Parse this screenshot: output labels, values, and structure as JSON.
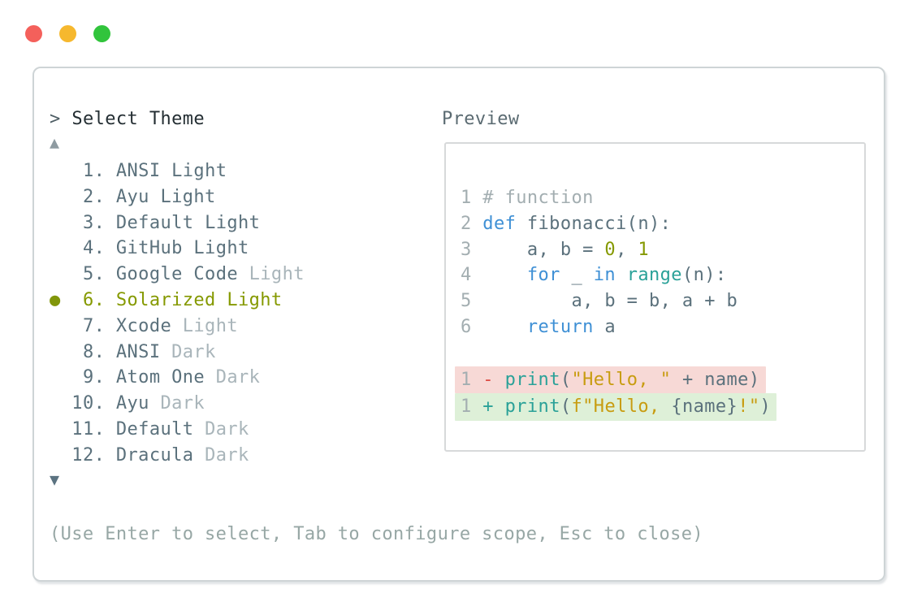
{
  "window": {
    "traffic_lights": [
      {
        "name": "close",
        "color": "#f4605b"
      },
      {
        "name": "minimize",
        "color": "#f6b82e"
      },
      {
        "name": "zoom",
        "color": "#31c43c"
      }
    ]
  },
  "palette": {
    "slate": "#5b717c",
    "muted": "#a9b5ba",
    "olive": "#859900",
    "blue": "#3f90d5",
    "teal": "#2aa198",
    "gold": "#c89c10",
    "comment": "#a3aeb1",
    "red": "#dd4b43",
    "lineno": "#a3aeb1",
    "removed_bg": "#f7d9d6",
    "added_bg": "#def0d8",
    "selected_dot": "#81960a"
  },
  "prompt": {
    "arrow": ">",
    "title": "Select Theme"
  },
  "scroll": {
    "up": "▲",
    "down": "▼"
  },
  "theme_list": {
    "selected_marker": "●",
    "items": [
      {
        "number": "1",
        "name": "ANSI",
        "suffix": "Light",
        "name_color": "slate",
        "suffix_color": "slate",
        "selected": false
      },
      {
        "number": "2",
        "name": "Ayu",
        "suffix": "Light",
        "name_color": "slate",
        "suffix_color": "slate",
        "selected": false
      },
      {
        "number": "3",
        "name": "Default",
        "suffix": "Light",
        "name_color": "slate",
        "suffix_color": "slate",
        "selected": false
      },
      {
        "number": "4",
        "name": "GitHub",
        "suffix": "Light",
        "name_color": "slate",
        "suffix_color": "slate",
        "selected": false
      },
      {
        "number": "5",
        "name": "Google Code",
        "suffix": "Light",
        "name_color": "slate",
        "suffix_color": "muted",
        "selected": false
      },
      {
        "number": "6",
        "name": "Solarized",
        "suffix": "Light",
        "name_color": "olive",
        "suffix_color": "olive",
        "selected": true
      },
      {
        "number": "7",
        "name": "Xcode",
        "suffix": "Light",
        "name_color": "slate",
        "suffix_color": "muted",
        "selected": false
      },
      {
        "number": "8",
        "name": "ANSI",
        "suffix": "Dark",
        "name_color": "slate",
        "suffix_color": "muted",
        "selected": false
      },
      {
        "number": "9",
        "name": "Atom One",
        "suffix": "Dark",
        "name_color": "slate",
        "suffix_color": "muted",
        "selected": false
      },
      {
        "number": "10",
        "name": "Ayu",
        "suffix": "Dark",
        "name_color": "slate",
        "suffix_color": "muted",
        "selected": false
      },
      {
        "number": "11",
        "name": "Default",
        "suffix": "Dark",
        "name_color": "slate",
        "suffix_color": "muted",
        "selected": false
      },
      {
        "number": "12",
        "name": "Dracula",
        "suffix": "Dark",
        "name_color": "slate",
        "suffix_color": "muted",
        "selected": false
      }
    ]
  },
  "preview": {
    "label": "Preview",
    "code_lines": [
      {
        "number": "1",
        "diff": null,
        "tokens": [
          {
            "text": "# function",
            "color": "comment"
          }
        ]
      },
      {
        "number": "2",
        "diff": null,
        "tokens": [
          {
            "text": "def",
            "color": "blue"
          },
          {
            "text": " fibonacci(n):",
            "color": "slate"
          }
        ]
      },
      {
        "number": "3",
        "diff": null,
        "tokens": [
          {
            "text": "    a, b = ",
            "color": "slate"
          },
          {
            "text": "0",
            "color": "olive"
          },
          {
            "text": ", ",
            "color": "slate"
          },
          {
            "text": "1",
            "color": "olive"
          }
        ]
      },
      {
        "number": "4",
        "diff": null,
        "tokens": [
          {
            "text": "    ",
            "color": "slate"
          },
          {
            "text": "for",
            "color": "blue"
          },
          {
            "text": " _ ",
            "color": "slate"
          },
          {
            "text": "in",
            "color": "blue"
          },
          {
            "text": " ",
            "color": "slate"
          },
          {
            "text": "range",
            "color": "teal"
          },
          {
            "text": "(n):",
            "color": "slate"
          }
        ]
      },
      {
        "number": "5",
        "diff": null,
        "tokens": [
          {
            "text": "        a, b = b, a + b",
            "color": "slate"
          }
        ]
      },
      {
        "number": "6",
        "diff": null,
        "tokens": [
          {
            "text": "    ",
            "color": "slate"
          },
          {
            "text": "return",
            "color": "blue"
          },
          {
            "text": " a",
            "color": "slate"
          }
        ]
      },
      {
        "number": "",
        "diff": null,
        "tokens": []
      },
      {
        "number": "1",
        "diff": "removed",
        "tokens": [
          {
            "text": "-",
            "color": "red"
          },
          {
            "text": " ",
            "color": "slate"
          },
          {
            "text": "print",
            "color": "teal"
          },
          {
            "text": "(",
            "color": "slate"
          },
          {
            "text": "\"Hello, \"",
            "color": "gold"
          },
          {
            "text": " + name",
            "color": "slate"
          },
          {
            "text": ")",
            "color": "slate"
          }
        ]
      },
      {
        "number": "1",
        "diff": "added",
        "tokens": [
          {
            "text": "+",
            "color": "teal"
          },
          {
            "text": " ",
            "color": "slate"
          },
          {
            "text": "print",
            "color": "teal"
          },
          {
            "text": "(",
            "color": "slate"
          },
          {
            "text": "f",
            "color": "gold"
          },
          {
            "text": "\"Hello, ",
            "color": "gold"
          },
          {
            "text": "{name}",
            "color": "slate"
          },
          {
            "text": "!\"",
            "color": "gold"
          },
          {
            "text": ")",
            "color": "slate"
          }
        ]
      }
    ]
  },
  "help_text": "(Use Enter to select, Tab to configure scope, Esc to close)"
}
